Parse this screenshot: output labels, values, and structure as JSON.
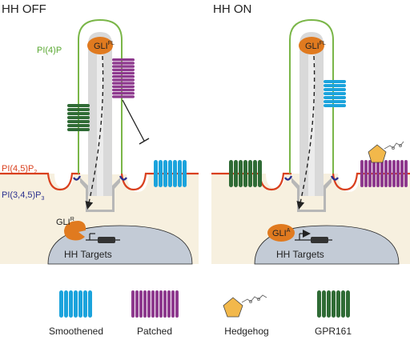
{
  "panels": {
    "off": {
      "title": "HH OFF",
      "lipid_pi4p": "PI(4)P",
      "lipid_pi45p2_base": "PI(4,5)P",
      "lipid_pi45p2_sub": "2",
      "lipid_pip3_base": "PI(3,4,5)P",
      "lipid_pip3_sub": "3",
      "gli_tip_base": "GLI",
      "gli_tip_sup": "FL",
      "gli_nucleus_base": "GLI",
      "gli_nucleus_sup": "R",
      "targets": "HH Targets"
    },
    "on": {
      "title": "HH ON",
      "gli_tip_base": "GLI",
      "gli_tip_sup": "FL",
      "gli_nucleus_base": "GLI",
      "gli_nucleus_sup": "A",
      "targets": "HH Targets"
    }
  },
  "legend": {
    "items": [
      {
        "label": "Smoothened",
        "color": "#1ba3dc"
      },
      {
        "label": "Patched",
        "color": "#8e3a8e"
      },
      {
        "label": "Hedgehog",
        "color": "#f2b84b"
      },
      {
        "label": "GPR161",
        "color": "#2f6b35"
      }
    ]
  },
  "colors": {
    "cilium_membrane": "#7ab648",
    "plasma_membrane": "#d9401e",
    "pip3": "#2a2f8e",
    "axoneme": "#d9d9d9",
    "cytoplasm": "#f7f0df",
    "nucleus": "#c3cbd6",
    "gli": "#e07a1f",
    "smoothened": "#1ba3dc",
    "patched": "#8e3a8e",
    "gpr161": "#2f6b35",
    "hedgehog": "#f2b84b"
  }
}
